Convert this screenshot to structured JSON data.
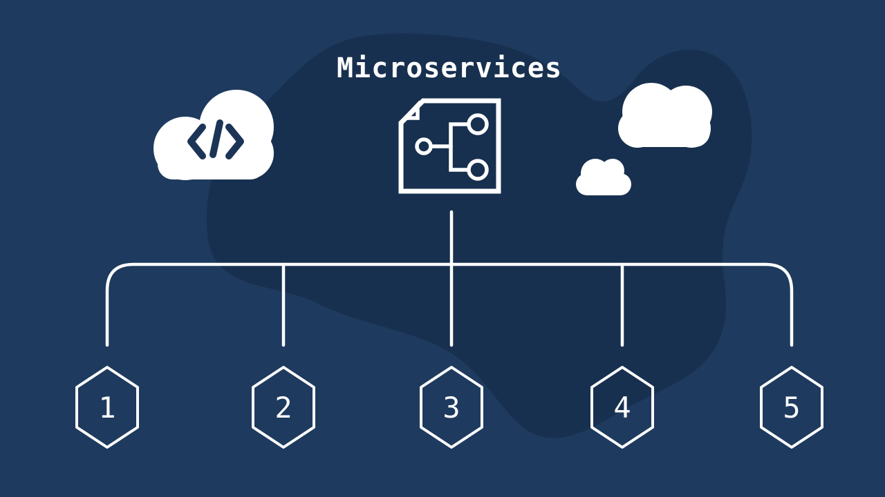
{
  "title": "Microservices",
  "colors": {
    "background": "#1e3a5e",
    "blob": "#18304f",
    "stroke": "#ffffff",
    "glyph": "#1c3557"
  },
  "icons": {
    "left": "cloud-code-icon",
    "left_glyph": "</>",
    "center": "document-diagram-icon",
    "right_large": "cloud-large-icon",
    "right_small": "cloud-small-icon"
  },
  "nodes": [
    {
      "label": "1"
    },
    {
      "label": "2"
    },
    {
      "label": "3"
    },
    {
      "label": "4"
    },
    {
      "label": "5"
    }
  ]
}
